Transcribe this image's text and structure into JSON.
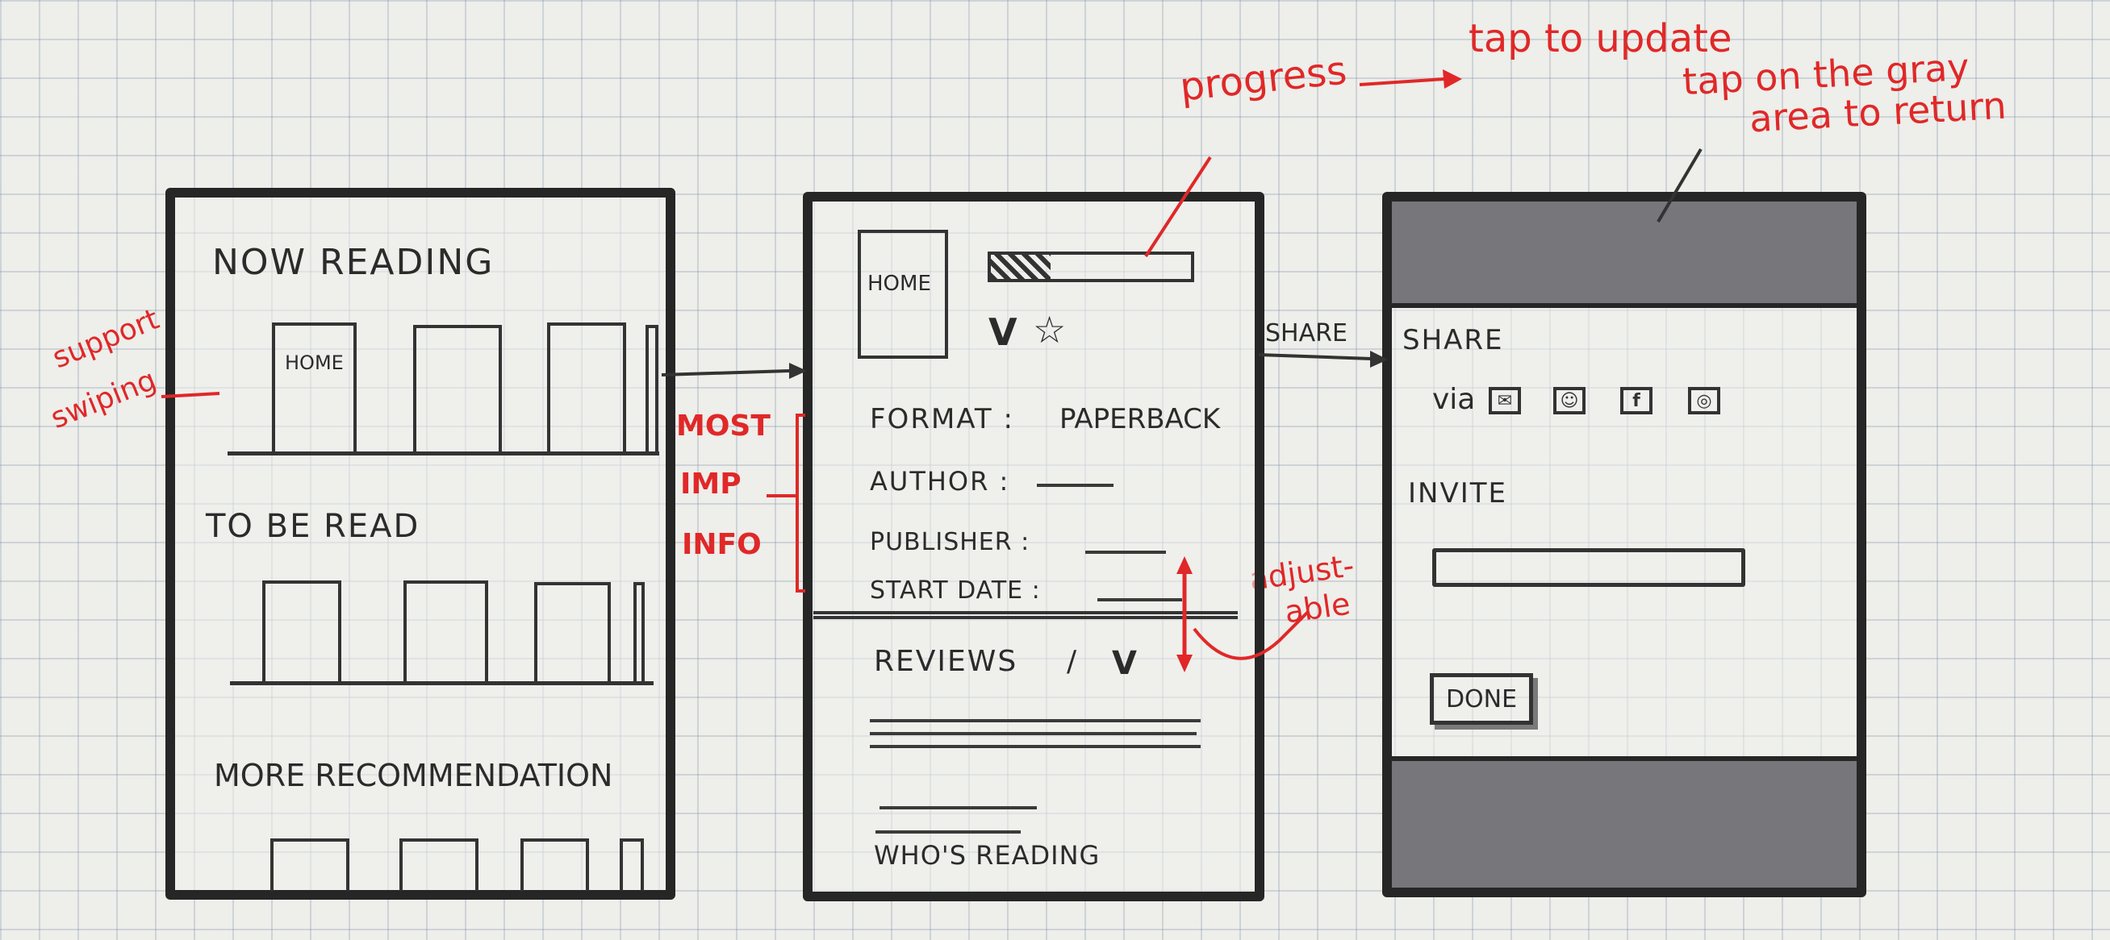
{
  "notes": {
    "progress": "progress",
    "tap_update": "tap to update",
    "tap_gray_line1": "tap on the gray",
    "tap_gray_line2": "area to return",
    "support": "support",
    "swiping": "swiping",
    "most": "MOST",
    "imp": "IMP",
    "info": "INFO",
    "adjustable_1": "adjust-",
    "adjustable_2": "able"
  },
  "screen1": {
    "now_reading": "NOW READING",
    "book_cover_text": "HOME",
    "to_be_read": "TO BE READ",
    "more_recommendation": "MORE RECOMMENDATION"
  },
  "screen2": {
    "book_cover_text": "HOME",
    "progress_fraction": 0.3,
    "format_label": "FORMAT :",
    "format_value": "PAPERBACK",
    "author_label": "AUTHOR :",
    "publisher_label": "PUBLISHER :",
    "start_date_label": "START DATE :",
    "reviews_label": "REVIEWS",
    "whos_reading": "WHO'S READING",
    "share_arrow_label": "SHARE"
  },
  "screen3": {
    "share_title": "SHARE",
    "via_label": "via",
    "share_icons": [
      "envelope-icon",
      "contact-icon",
      "facebook-icon",
      "other-icon"
    ],
    "share_icon_glyphs": [
      "✉",
      "☺",
      "f",
      "◎"
    ],
    "invite_label": "INVITE",
    "done_button": "DONE"
  },
  "colors": {
    "ink": "#262626",
    "annotation": "#e02828",
    "overlay_gray": "#77767a",
    "paper": "#eeeeea"
  }
}
